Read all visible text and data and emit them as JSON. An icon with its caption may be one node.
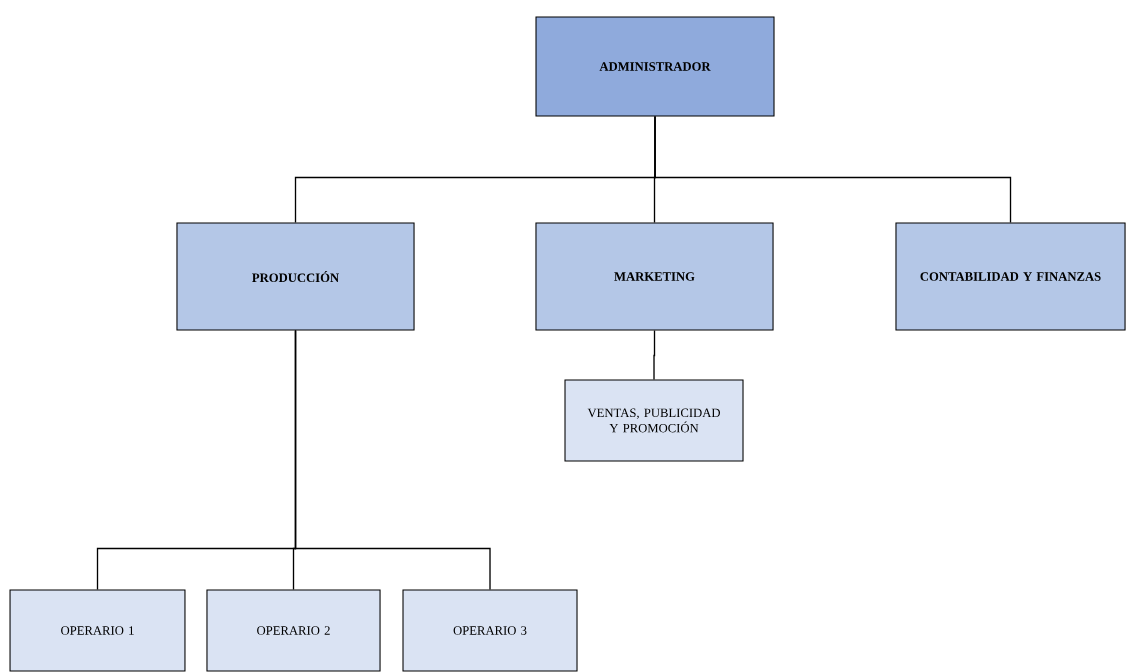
{
  "diagram": {
    "nodes": [
      {
        "text": [
          "ADMINISTRADOR"
        ]
      },
      {
        "text": [
          "PRODUCCIÓN"
        ]
      },
      {
        "text": [
          "MARKETING"
        ]
      },
      {
        "text": [
          "CONTABILIDAD Y FINANZAS"
        ]
      },
      {
        "text": [
          "VENTAS, PUBLICIDAD Y PROMOCIÓN"
        ]
      },
      {
        "text": [
          "OPERARIO 1"
        ]
      },
      {
        "text": [
          "OPERARIO 2"
        ]
      },
      {
        "text": [
          "OPERARIO 3"
        ]
      }
    ],
    "edges": [
      {
        "from": 0,
        "to": 1,
        "arrow": "none"
      },
      {
        "from": 0,
        "to": 2,
        "arrow": "none"
      },
      {
        "from": 0,
        "to": 3,
        "arrow": "none"
      },
      {
        "from": 2,
        "to": 4,
        "arrow": "none"
      },
      {
        "from": 1,
        "to": 5,
        "arrow": "none"
      },
      {
        "from": 1,
        "to": 6,
        "arrow": "none"
      },
      {
        "from": 1,
        "to": 7,
        "arrow": "none"
      }
    ]
  }
}
